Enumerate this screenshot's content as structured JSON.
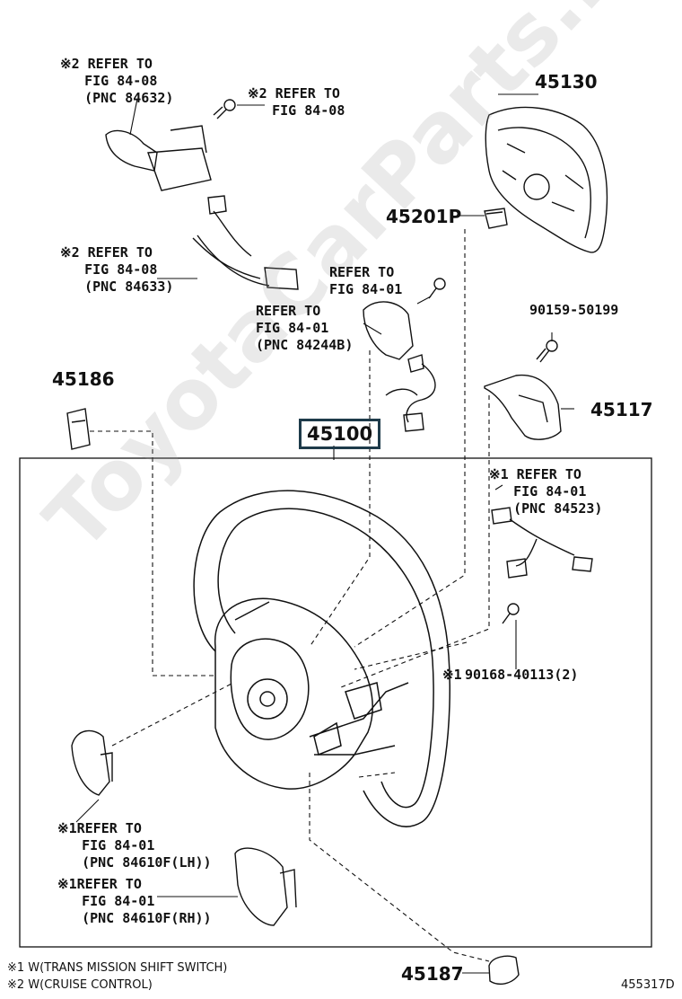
{
  "diagram": {
    "part_numbers": {
      "p45130": "45130",
      "p45201p": "45201P",
      "p90159": "90159-50199",
      "p45117": "45117",
      "p45186": "45186",
      "p45100": "45100",
      "p90168": "90168-40113(2)",
      "p45187": "45187"
    },
    "references": {
      "r1": "※2 REFER TO\n   FIG 84-08\n   (PNC 84632)",
      "r2": "※2 REFER TO\n   FIG 84-08",
      "r3": "※2 REFER TO\n   FIG 84-08\n   (PNC 84633)",
      "r4": "REFER TO\nFIG 84-01",
      "r5": "REFER TO\nFIG 84-01\n(PNC 84244B)",
      "r6": "※1 REFER TO\n   FIG 84-01\n   (PNC 84523)",
      "r7": "※1REFER TO\n   FIG 84-01\n   (PNC 84610F(LH))",
      "r8": "※1REFER TO\n   FIG 84-01\n   (PNC 84610F(RH))"
    },
    "marker_90168": "※1",
    "footnotes": {
      "n1": "※1 W(TRANS MISSION SHIFT SWITCH)",
      "n2": "※2 W(CRUISE CONTROL)"
    },
    "figure_code": "455317D",
    "watermark": "ToyotaCarParts.ru"
  }
}
